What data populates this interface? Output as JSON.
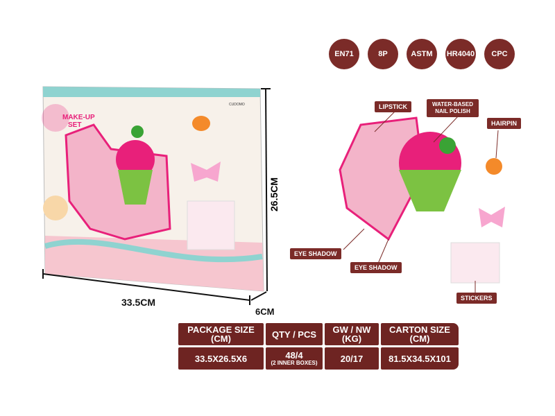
{
  "certifications": [
    "EN71",
    "8P",
    "ASTM",
    "HR4040",
    "CPC"
  ],
  "box": {
    "title_line1": "MAKE-UP",
    "title_line2": "SET",
    "brand": "CUDOMO"
  },
  "dimensions": {
    "width": "33.5CM",
    "height": "26.5CM",
    "depth": "6CM"
  },
  "callouts": {
    "lipstick": "LIPSTICK",
    "nail_polish": "WATER-BASED NAIL POLISH",
    "hairpin": "HAIRPIN",
    "eye_shadow_1": "EYE SHADOW",
    "eye_shadow_2": "EYE SHADOW",
    "stickers": "STICKERS"
  },
  "spec_table": {
    "headers": [
      "PACKAGE SIZE (CM)",
      "QTY / PCS",
      "GW / NW (KG)",
      "CARTON SIZE (CM)"
    ],
    "values": [
      "33.5X26.5X6",
      "48/4",
      "20/17",
      "81.5X34.5X101"
    ],
    "qty_note": "(2 INNER BOXES)"
  },
  "colors": {
    "accent": "#7b2b28",
    "pink": "#e8207a",
    "green": "#7cc242"
  }
}
